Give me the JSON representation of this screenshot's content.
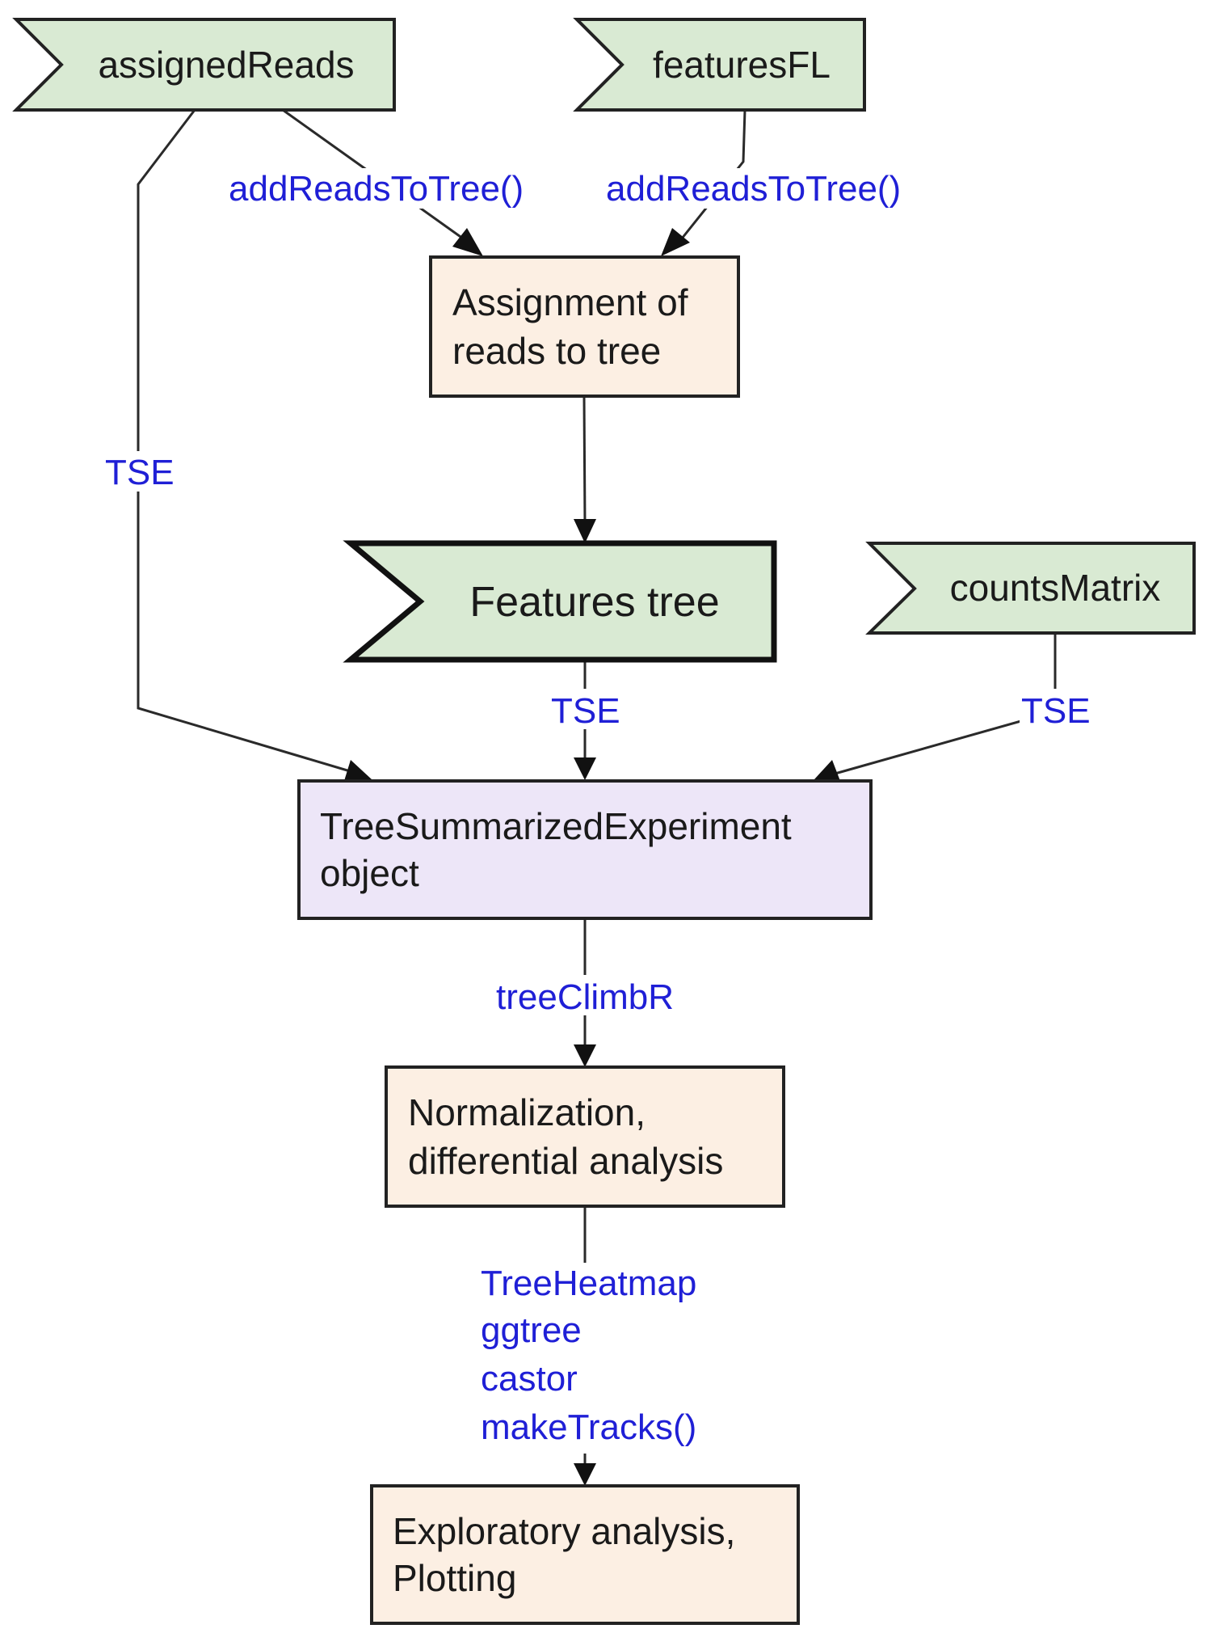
{
  "nodes": {
    "assigned_reads": {
      "label": "assignedReads",
      "fill": "#d9ead3"
    },
    "features_fl": {
      "label": "featuresFL",
      "fill": "#d9ead3"
    },
    "assignment": {
      "line1": "Assignment of",
      "line2": "reads to tree",
      "fill": "#fcefe3"
    },
    "features_tree": {
      "label": "Features tree",
      "fill": "#d9ead3"
    },
    "counts_matrix": {
      "label": "countsMatrix",
      "fill": "#d9ead3"
    },
    "tse_object": {
      "line1": "TreeSummarizedExperiment",
      "line2": "object",
      "fill": "#ede6f8"
    },
    "normalization": {
      "line1": "Normalization,",
      "line2": "differential analysis",
      "fill": "#fcefe3"
    },
    "exploratory": {
      "line1": "Exploratory analysis,",
      "line2": "Plotting",
      "fill": "#fcefe3"
    }
  },
  "edges": {
    "assigned_to_assignment": "addReadsToTree()",
    "features_to_assignment": "addReadsToTree()",
    "assigned_to_tse": "TSE",
    "tree_to_tse": "TSE",
    "counts_to_tse": "TSE",
    "tse_to_normalization": "treeClimbR",
    "normalization_to_exploratory": [
      "TreeHeatmap",
      "ggtree",
      "castor",
      "makeTracks()"
    ]
  },
  "colors": {
    "edge_label": "#1f1fd6",
    "border": "#222222"
  }
}
